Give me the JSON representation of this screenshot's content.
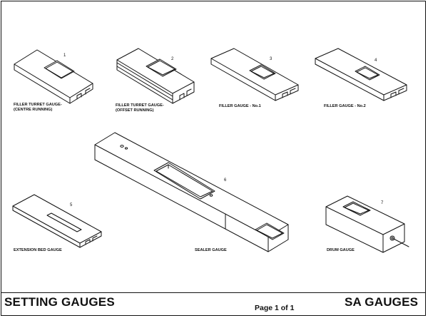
{
  "title_block": {
    "left_title": "SETTING GAUGES",
    "page": "Page 1 of 1",
    "right_title": "SA GAUGES"
  },
  "gauges": [
    {
      "number": "1",
      "label_line1": "FILLER TURRET GAUGE-",
      "label_line2": "(CENTRE RUNNING)"
    },
    {
      "number": "2",
      "label_line1": "FILLER TURRET GAUGE-",
      "label_line2": "(OFFSET RUNNING)"
    },
    {
      "number": "3",
      "label_line1": "FILLER GAUGE - No.1",
      "label_line2": ""
    },
    {
      "number": "4",
      "label_line1": "FILLER GAUGE - No.2",
      "label_line2": ""
    },
    {
      "number": "5",
      "label_line1": "EXTENSION BED GAUGE",
      "label_line2": ""
    },
    {
      "number": "6",
      "label_line1": "SEALER GAUGE",
      "label_line2": ""
    },
    {
      "number": "7",
      "label_line1": "DRUM GAUGE",
      "label_line2": ""
    }
  ]
}
